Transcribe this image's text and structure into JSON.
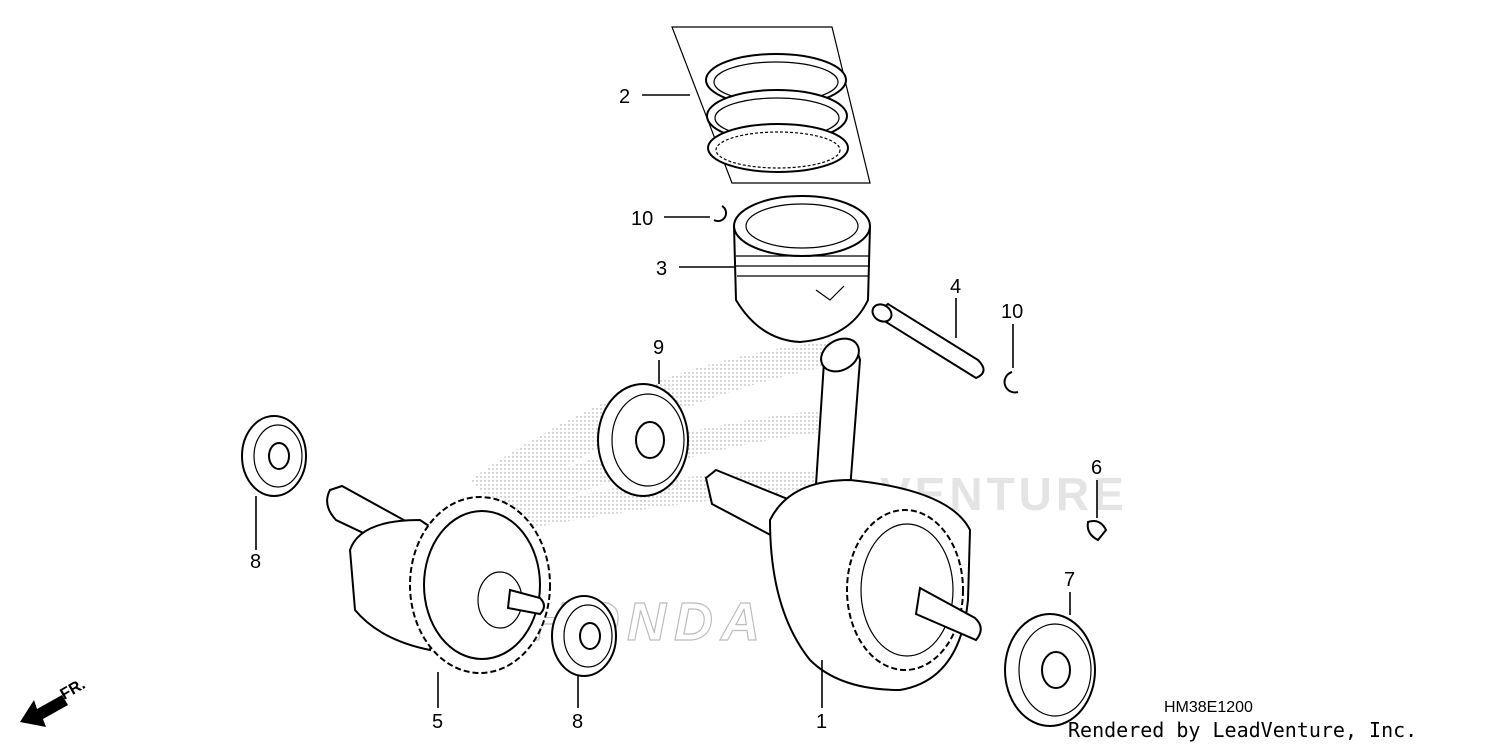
{
  "diagram": {
    "part_code": "HM38E1200",
    "credit": "Rendered by LeadVenture, Inc.",
    "direction_label": "FR.",
    "watermark": {
      "brand": "HONDA",
      "text": "VENTURE"
    },
    "callouts": [
      {
        "id": "c1",
        "label": "1"
      },
      {
        "id": "c2",
        "label": "2"
      },
      {
        "id": "c3",
        "label": "3"
      },
      {
        "id": "c4",
        "label": "4"
      },
      {
        "id": "c5",
        "label": "5"
      },
      {
        "id": "c6",
        "label": "6"
      },
      {
        "id": "c7",
        "label": "7"
      },
      {
        "id": "c8a",
        "label": "8"
      },
      {
        "id": "c8b",
        "label": "8"
      },
      {
        "id": "c9",
        "label": "9"
      },
      {
        "id": "c10a",
        "label": "10"
      },
      {
        "id": "c10b",
        "label": "10"
      }
    ]
  }
}
